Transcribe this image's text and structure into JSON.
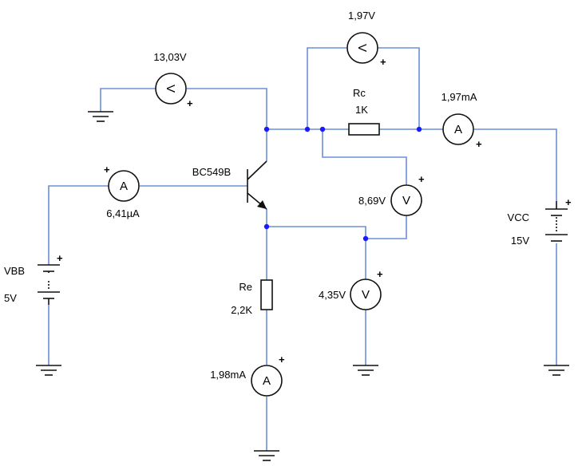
{
  "labels": {
    "v_base_ground": "13,03V",
    "v_rc": "1,97V",
    "rc_name": "Rc",
    "rc_value": "1K",
    "i_collector": "1,97mA",
    "transistor": "BC549B",
    "i_base": "6,41µA",
    "v_ce": "8,69V",
    "vcc_name": "VCC",
    "vcc_value": "15V",
    "vbb_name": "VBB",
    "vbb_value": "5V",
    "re_name": "Re",
    "re_value": "2,2K",
    "v_re": "4,35V",
    "i_emitter": "1,98mA"
  },
  "meter_letters": {
    "voltmeter": "V",
    "ammeter": "A"
  },
  "plus_sign": "+",
  "colors": {
    "wire": "#6b8fd6",
    "component": "#111111",
    "junction": "#1a1aff"
  }
}
